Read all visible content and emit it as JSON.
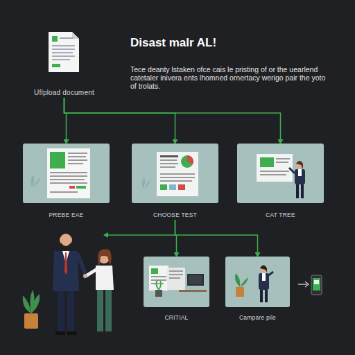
{
  "diagram": {
    "title": "Disast malr AL!",
    "nodes": [
      {
        "text": [
          "Uflpload document"
        ]
      },
      {
        "text": [
          "PREBE EAE"
        ]
      },
      {
        "text": [
          "CHOOSE TEST"
        ]
      },
      {
        "text": [
          "CAT TREE"
        ]
      },
      {
        "text": [
          "CRITIAL"
        ]
      },
      {
        "text": [
          "Campare pile"
        ]
      }
    ],
    "edges": [
      {
        "from": 0,
        "to": 1,
        "arrow": "to"
      },
      {
        "from": 0,
        "to": 2,
        "arrow": "to"
      },
      {
        "from": 0,
        "to": 3,
        "arrow": "to"
      },
      {
        "from": 2,
        "to": 4,
        "arrow": "to"
      },
      {
        "from": 2,
        "to": 5,
        "arrow": "to"
      }
    ],
    "labels": [
      "Tece deanty lstaken ofce cais le pristing of or the uearlend catetaler inivera ents lhomned ornertacy werigo pair the yoto of trolats."
    ]
  }
}
